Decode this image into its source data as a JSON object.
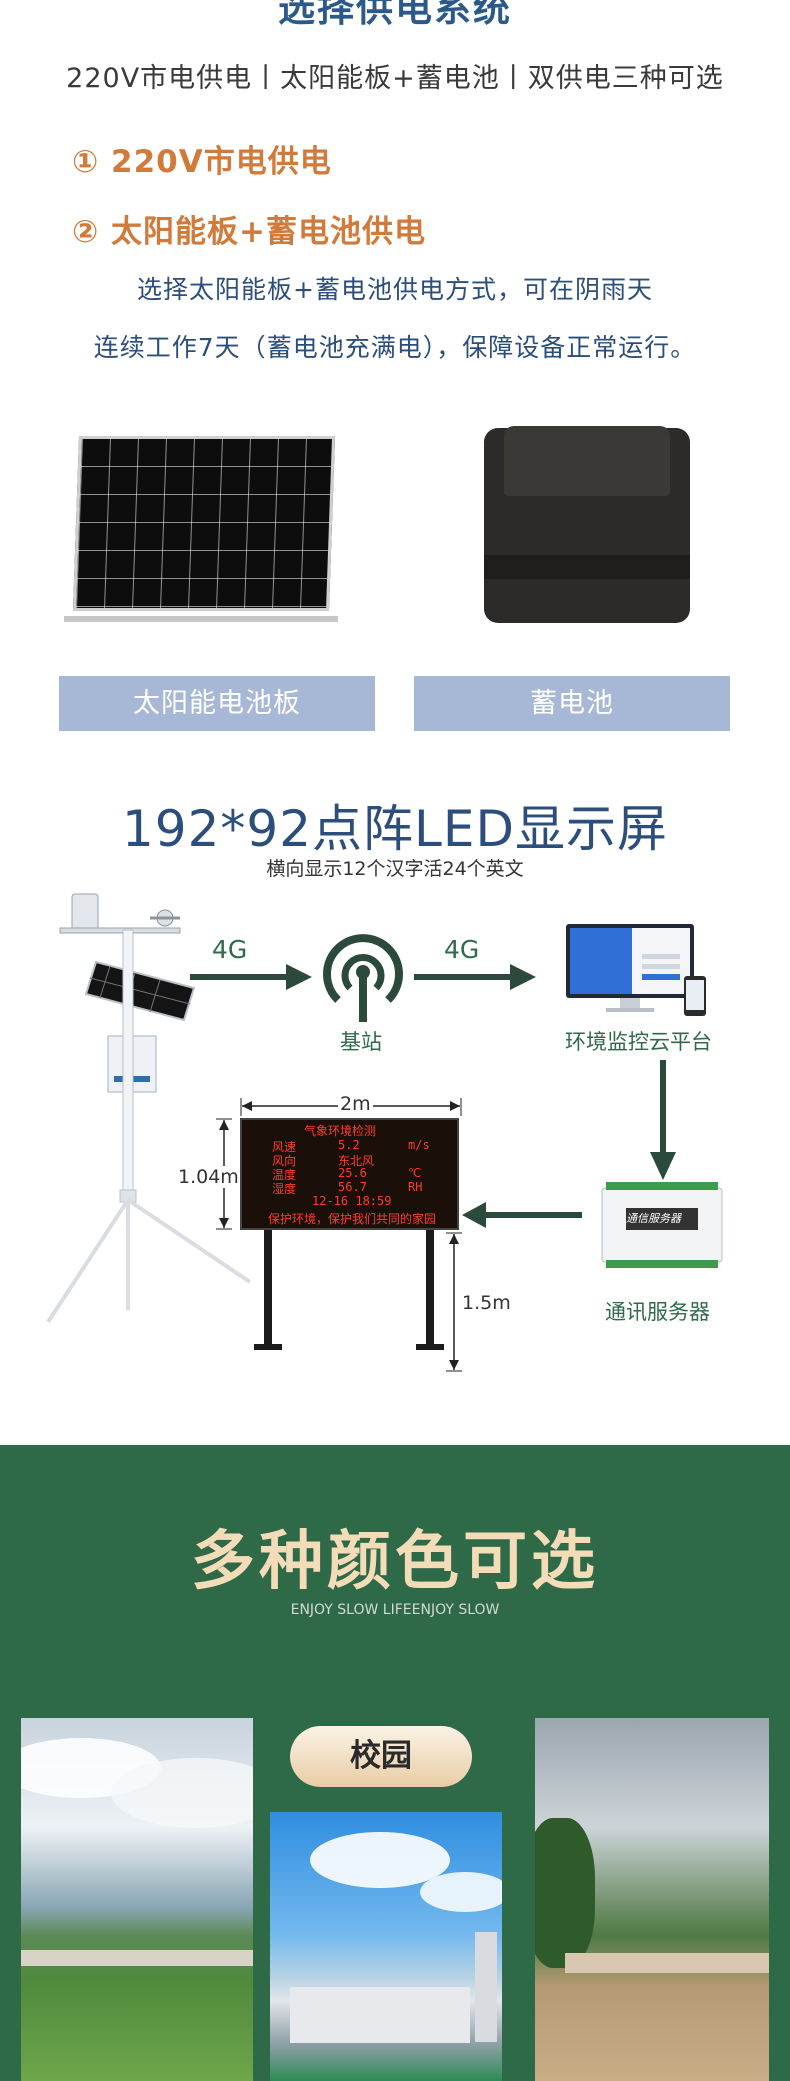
{
  "power": {
    "title": "选择供电系统",
    "subtitle": "220V市电供电丨太阳能板+蓄电池丨双供电三种可选",
    "option1": "① 220V市电供电",
    "option2": "② 太阳能板+蓄电池供电",
    "desc_line1": "选择太阳能板+蓄电池供电方式，可在阴雨天",
    "desc_line2": "连续工作7天（蓄电池充满电），保障设备正常运行。",
    "labels": [
      "太阳能电池板",
      "蓄电池"
    ]
  },
  "led": {
    "title": "192*92点阵LED显示屏",
    "subtitle": "横向显示12个汉字活24个英文",
    "arrow_4g_1": "4G",
    "arrow_4g_2": "4G",
    "base_station": "基站",
    "cloud_platform": "环境监控云平台",
    "comm_server": "通讯服务器",
    "server_plate": "通信服务器",
    "width_dim": "2m",
    "height_dim": "1.04m",
    "pole_dim": "1.5m",
    "screen": {
      "heading": "气象环境检测",
      "rows": [
        {
          "name": "风速",
          "value": "5.2",
          "unit": "m/s"
        },
        {
          "name": "风向",
          "value": "东北风",
          "unit": ""
        },
        {
          "name": "温度",
          "value": "25.6",
          "unit": "℃"
        },
        {
          "name": "湿度",
          "value": "56.7",
          "unit": "RH"
        }
      ],
      "datetime": "12-16  18:59",
      "slogan": "保护环境，保护我们共同的家园"
    }
  },
  "colors": {
    "title": "多种颜色可选",
    "subtitle": "ENJOY SLOW LIFEENJOY SLOW",
    "pill": "校园",
    "band_color": "#2e6a47"
  }
}
